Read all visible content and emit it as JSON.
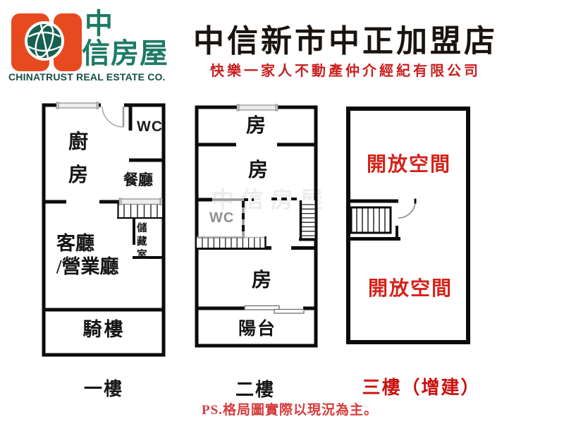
{
  "header": {
    "logo": {
      "cjk1": "中",
      "cjk2": "信房屋",
      "company": "CHINATRUST REAL ESTATE CO."
    },
    "title": "中信新市中正加盟店",
    "subtitle": "快樂一家人不動產仲介經紀有限公司"
  },
  "floors": [
    {
      "label": "一樓",
      "rooms": {
        "kitchen": "廚房",
        "wc": "WC",
        "dining": "餐廳",
        "storage": "儲藏室",
        "living": "客廳\n/營業廳",
        "arcade": "騎樓"
      }
    },
    {
      "label": "二樓",
      "rooms": {
        "room_top": "房",
        "room_mid": "房",
        "wc": "WC",
        "room_bottom": "房",
        "balcony": "陽台"
      }
    },
    {
      "label": "三樓（增建）",
      "rooms": {
        "open_upper": "開放空間",
        "open_lower": "開放空間"
      }
    }
  ],
  "footnote": "PS.格局圖實際以現況為主。",
  "watermark": "中信房屋",
  "colors": {
    "brand_orange": "#e84a20",
    "brand_green": "#1e7a66",
    "brand_green_dark": "#174f43",
    "title_black": "#1a1410",
    "accent_red": "#ca1f1f",
    "room_red": "#d3231a",
    "wall_black": "#0b0b0b",
    "window_gray": "#ededed",
    "wc_wall_gray": "#999999"
  }
}
